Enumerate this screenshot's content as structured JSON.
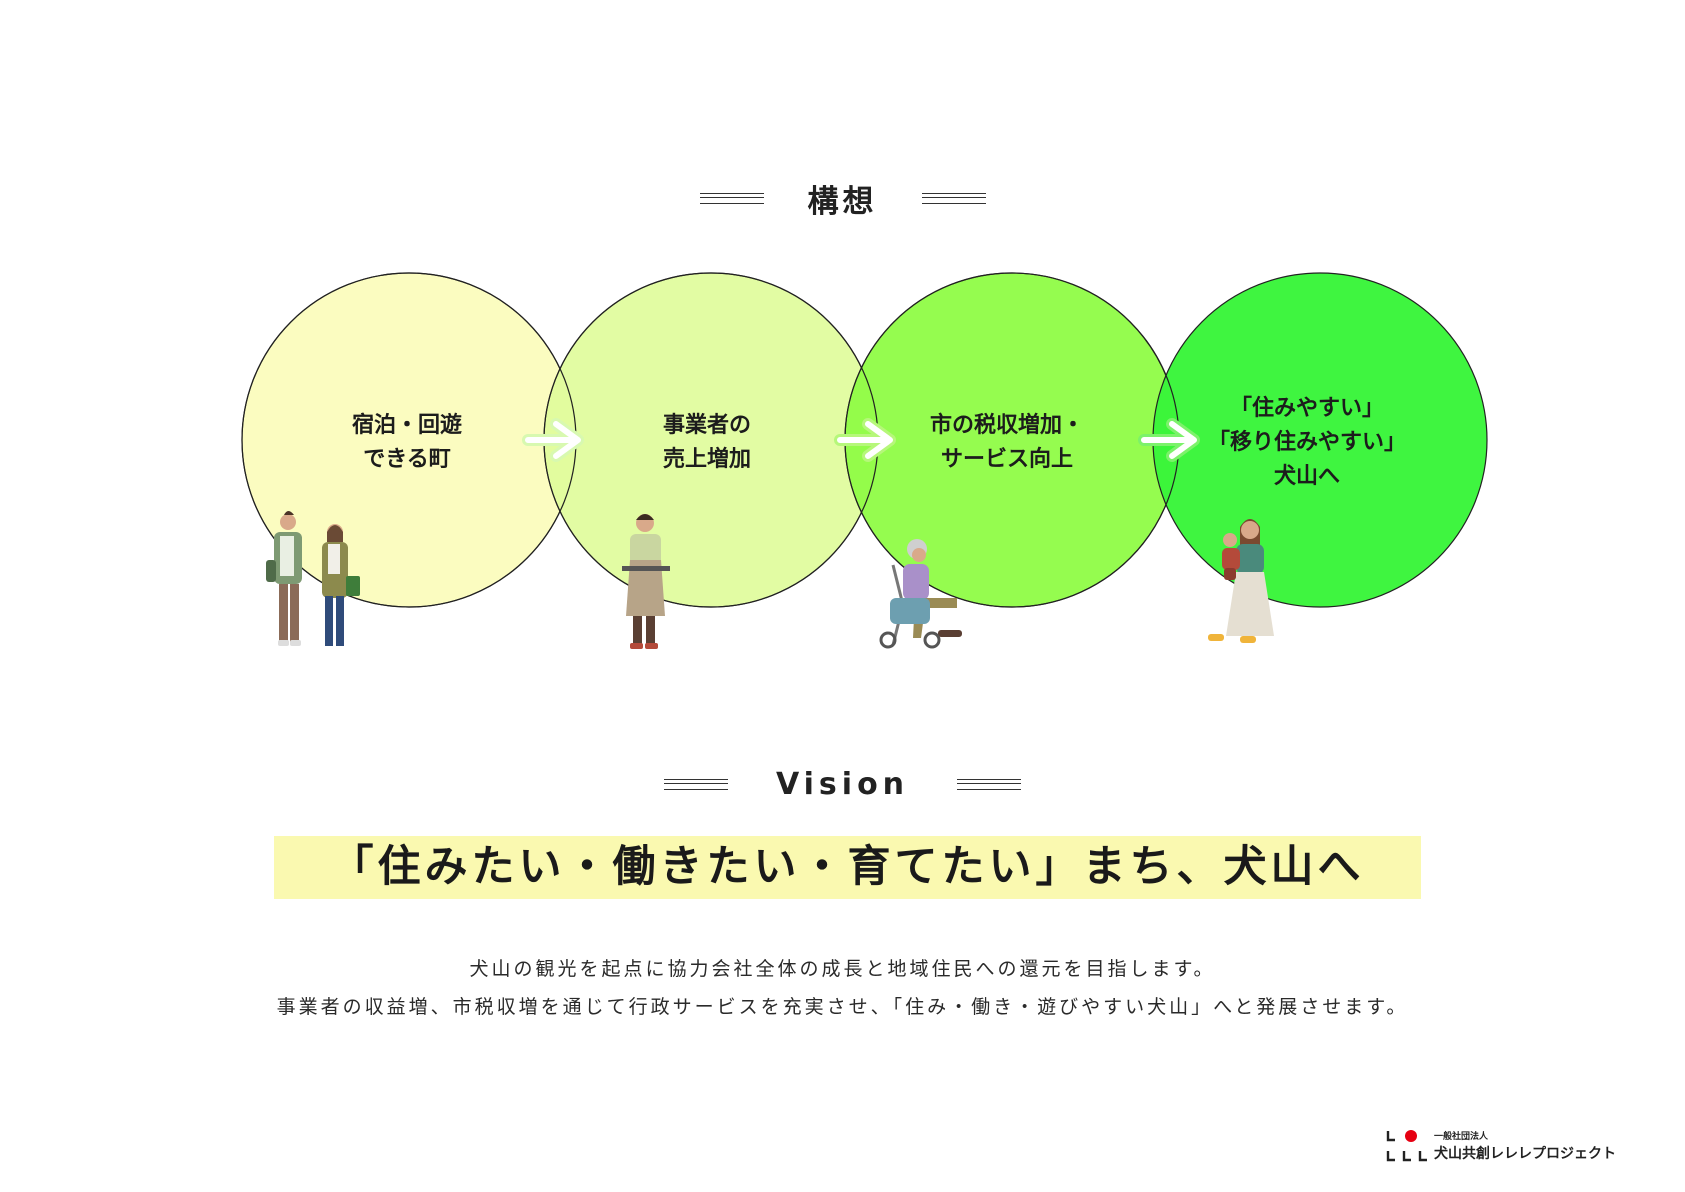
{
  "section_concept": {
    "title": "構想"
  },
  "section_vision": {
    "title": "Vision"
  },
  "diagram": {
    "circles": [
      {
        "lines": [
          "宿泊・回遊",
          "できる町"
        ],
        "fill": "#fbfcc0"
      },
      {
        "lines": [
          "事業者の",
          "売上増加"
        ],
        "fill": "#e0fc9b"
      },
      {
        "lines": [
          "市の税収増加・",
          "サービス向上"
        ],
        "fill": "#8ffc46"
      },
      {
        "lines": [
          "「住みやすい」",
          "「移り住みやすい」",
          "犬山へ"
        ],
        "fill": "#39f53a"
      }
    ],
    "arrow_color": "#a8f25a",
    "people_icons": [
      "walking-couple-icon",
      "shop-owner-apron-icon",
      "elderly-walker-icon",
      "mother-with-baby-icon"
    ]
  },
  "vision": {
    "slogan": "「住みたい・働きたい・育てたい」まち、犬山へ",
    "highlight_color": "#faf9b0"
  },
  "description": {
    "line1": "犬山の観光を起点に協力会社全体の成長と地域住民への還元を目指します。",
    "line2": "事業者の収益増、市税収増を通じて行政サービスを充実させ、「住み・働き・遊びやすい犬山」へと発展させます。"
  },
  "logo": {
    "small": "一般社団法人",
    "name": "犬山共創レレレプロジェクト",
    "mark": "レレレ-logo-icon",
    "accent": "#e60012"
  }
}
